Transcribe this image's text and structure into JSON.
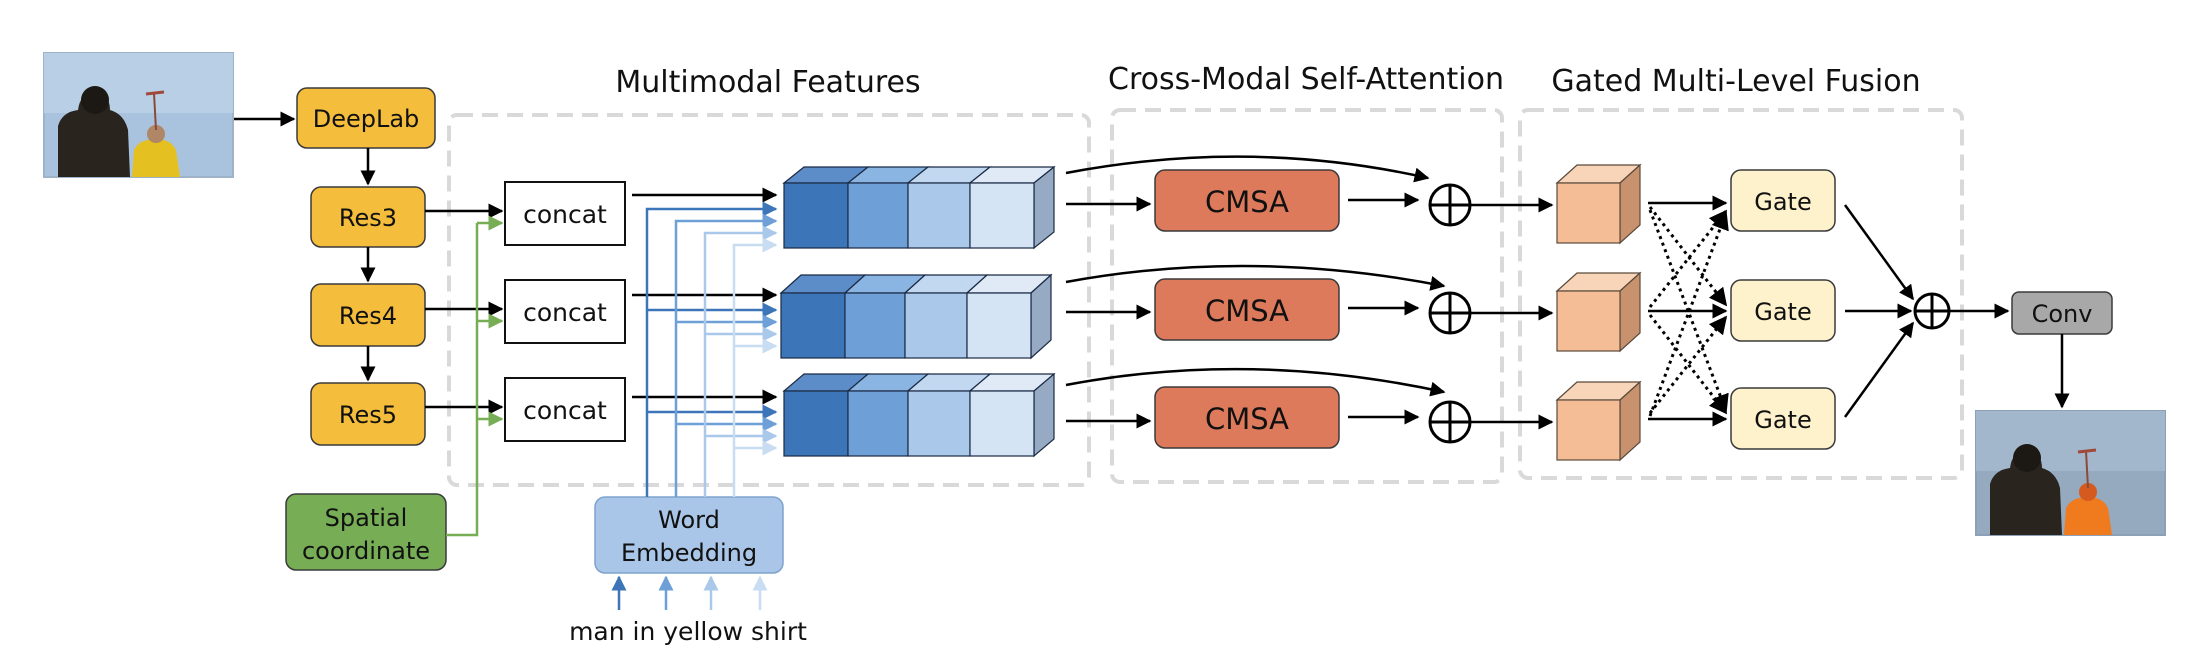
{
  "sections": {
    "multimodal": "Multimodal Features",
    "cmsa": "Cross-Modal Self-Attention",
    "fusion": "Gated Multi-Level Fusion"
  },
  "nodes": {
    "deeplab": "DeepLab",
    "res3": "Res3",
    "res4": "Res4",
    "res5": "Res5",
    "spatial_line1": "Spatial",
    "spatial_line2": "coordinate",
    "concat": "concat",
    "word_line1": "Word",
    "word_line2": "Embedding",
    "cmsa": "CMSA",
    "gate": "Gate",
    "conv": "Conv"
  },
  "query": "man in yellow shirt",
  "colors": {
    "backbone": "#f5bd3c",
    "spatial": "#76ad55",
    "word": "#a9c6e8",
    "cmsa": "#dd7a5c",
    "gate": "#fdf2cc",
    "conv": "#a8a8a8",
    "feature_cube": "#f5bd96",
    "blue_1": "#3d75b9",
    "blue_2": "#6e9fd7",
    "blue_3": "#a9c8ea",
    "blue_4": "#d4e4f5"
  }
}
